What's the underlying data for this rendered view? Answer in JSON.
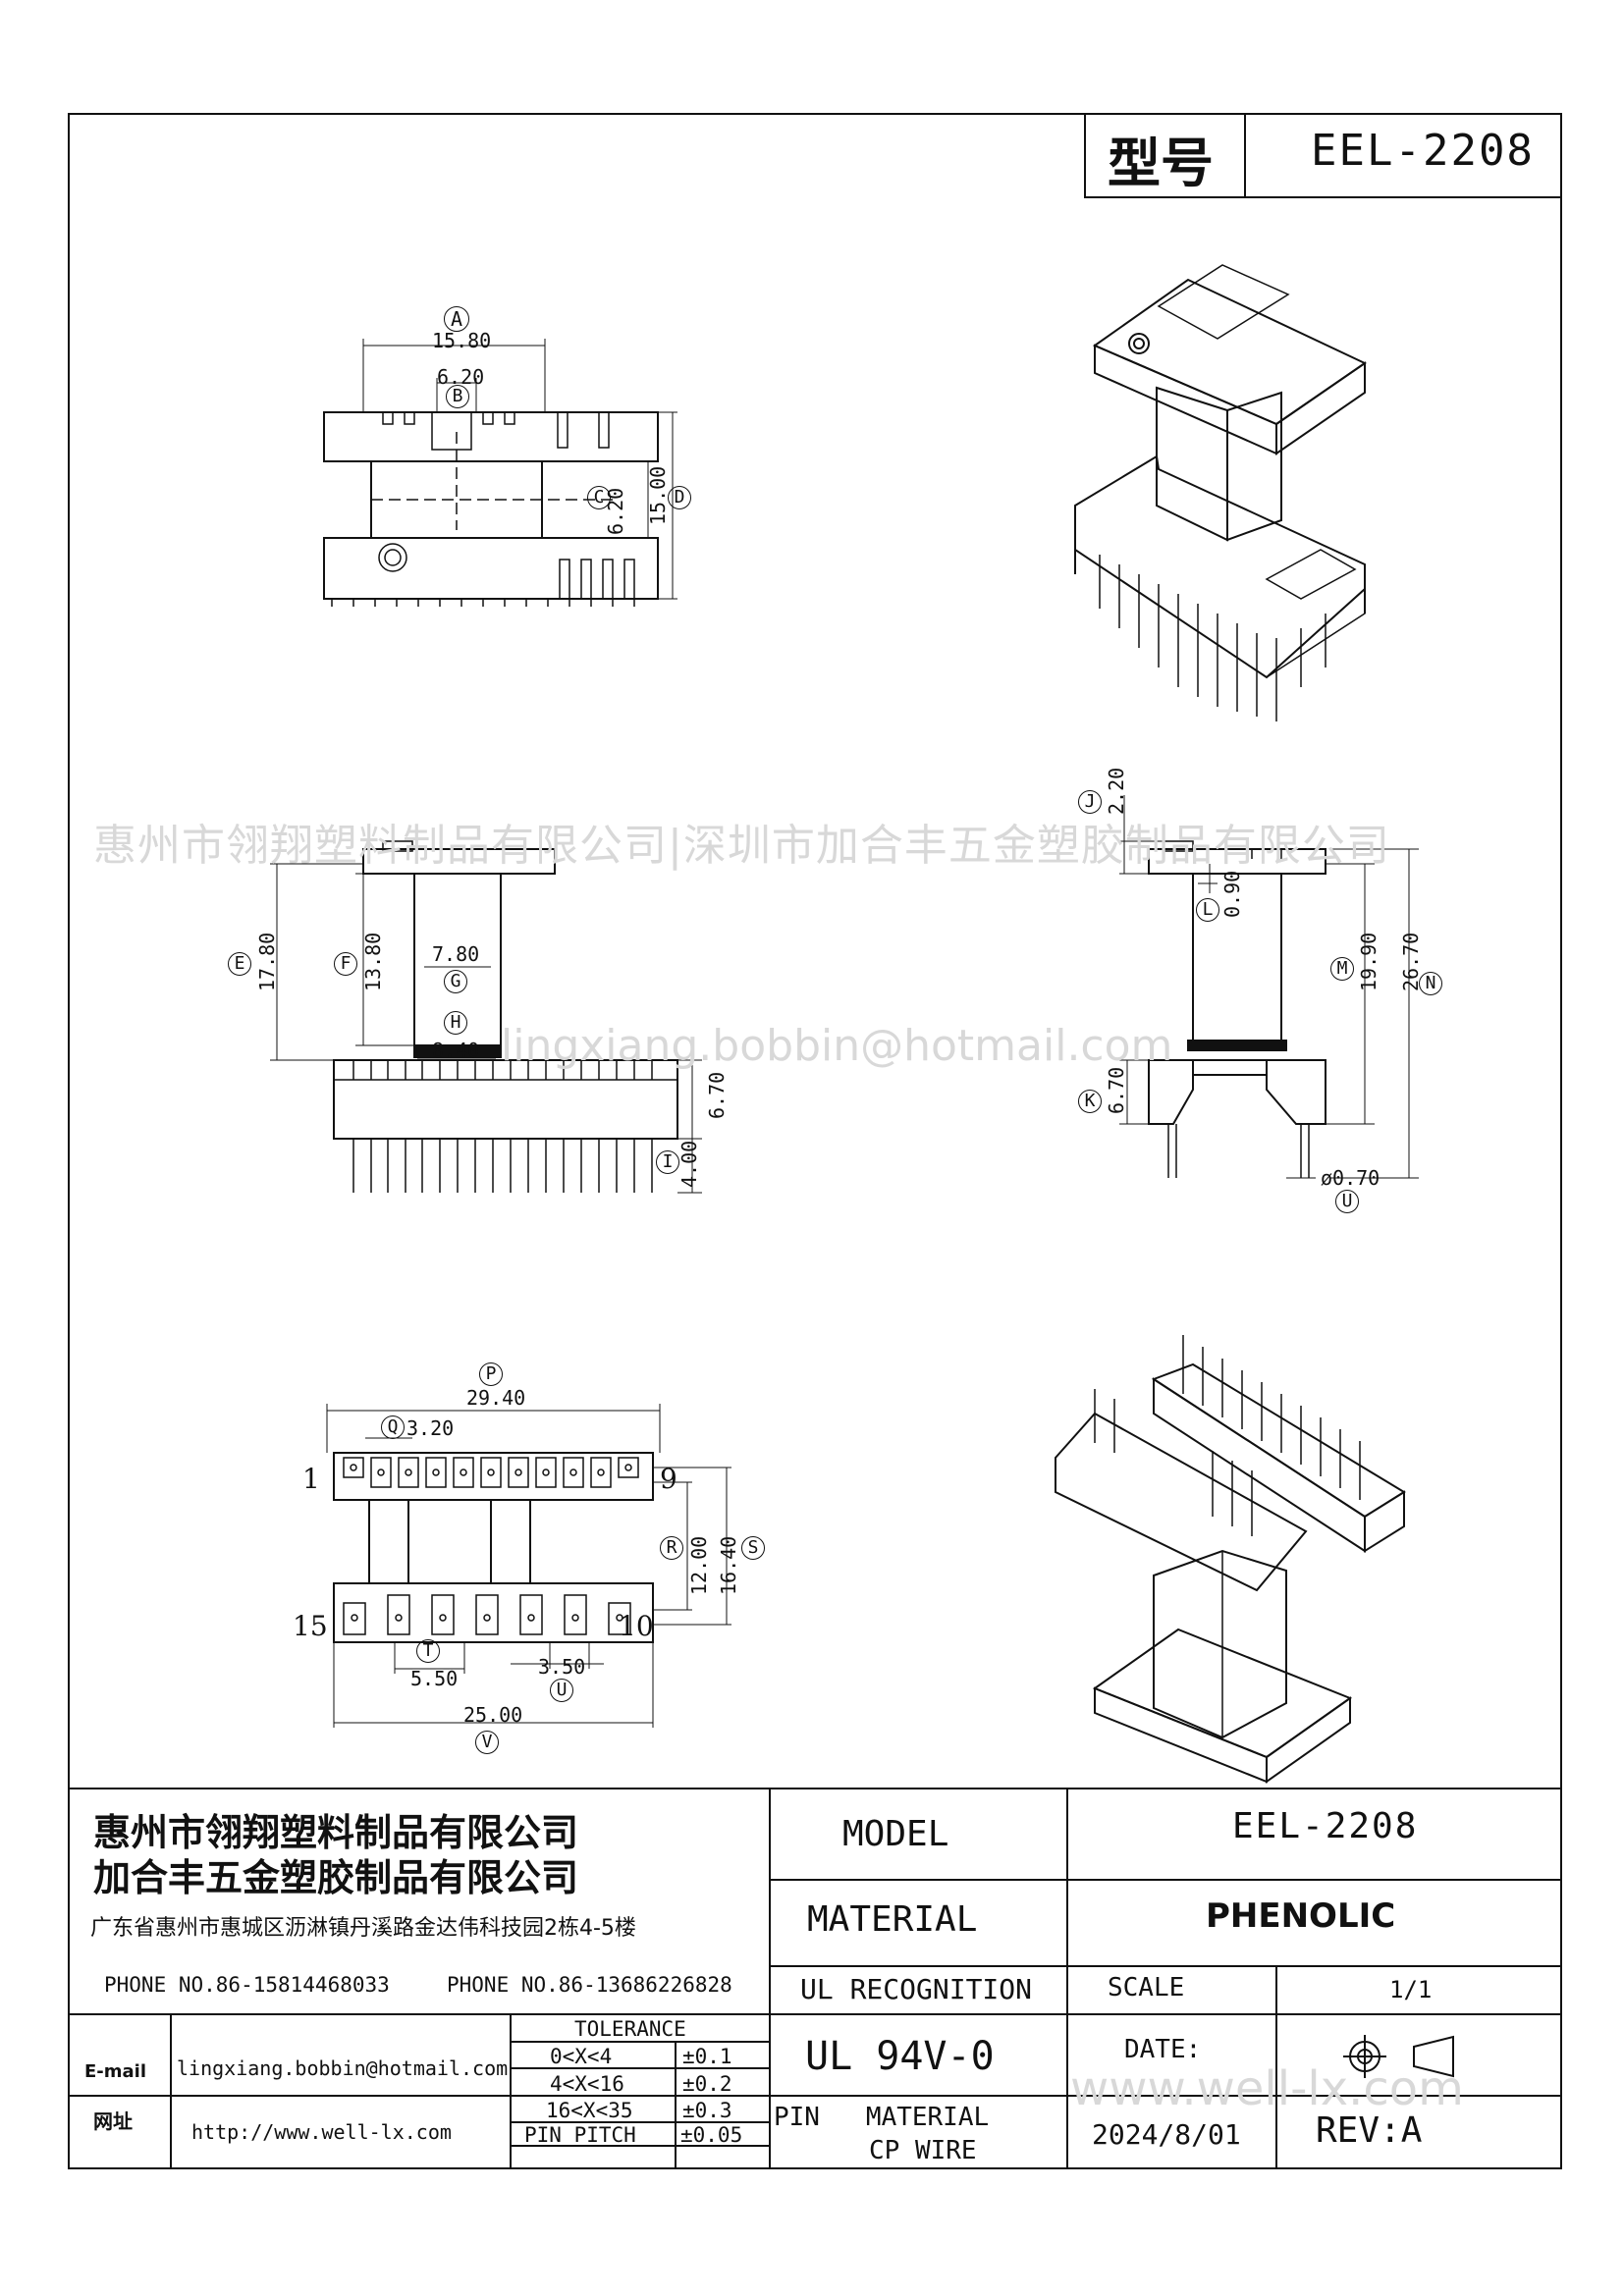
{
  "header": {
    "model_label": "型号",
    "model_value": "EEL-2208"
  },
  "watermarks": {
    "company": "惠州市翎翔塑料制品有限公司|深圳市加合丰五金塑胶制品有限公司",
    "email": "lingxiang.bobbin@hotmail.com",
    "web": "www.well-lx.com"
  },
  "top_view": {
    "dims": [
      "15.80",
      "6.20",
      "6.20",
      "15.00"
    ],
    "markers": [
      "A",
      "B",
      "C",
      "D"
    ]
  },
  "front_view": {
    "dims": [
      "17.80",
      "13.80",
      "7.80",
      "8.40",
      "6.70",
      "4.00"
    ],
    "markers": [
      "E",
      "F",
      "G",
      "H",
      "I"
    ]
  },
  "side_view": {
    "dims": [
      "2.20",
      "0.90",
      "19.90",
      "26.70",
      "6.70",
      "ø0.70"
    ],
    "markers": [
      "J",
      "L",
      "M",
      "N",
      "K",
      "U"
    ]
  },
  "bottom_view": {
    "dims": [
      "29.40",
      "3.20",
      "12.00",
      "16.40",
      "5.50",
      "3.50",
      "25.00"
    ],
    "markers": [
      "P",
      "Q",
      "R",
      "S",
      "T",
      "U",
      "V"
    ],
    "pin_labels": [
      "1",
      "9",
      "15",
      "10"
    ]
  },
  "title_block": {
    "company_line1": "惠州市翎翔塑料制品有限公司",
    "company_line2": "加合丰五金塑胶制品有限公司",
    "address": "广东省惠州市惠城区沥淋镇丹溪路金达伟科技园2栋4-5楼",
    "phone1": "PHONE NO.86-15814468033",
    "phone2": "PHONE NO.86-13686226828",
    "email_label": "E-mail",
    "email_value": "lingxiang.bobbin@hotmail.com",
    "web_label": "网址",
    "web_value": "http://www.well-lx.com",
    "tolerance_title": "TOLERANCE",
    "tolerances": [
      {
        "range": "0<X<4",
        "value": "±0.1"
      },
      {
        "range": "4<X<16",
        "value": "±0.2"
      },
      {
        "range": "16<X<35",
        "value": "±0.3"
      },
      {
        "range": "PIN PITCH",
        "value": "±0.05"
      }
    ],
    "model_label": "MODEL",
    "model_value": "EEL-2208",
    "material_label": "MATERIAL",
    "material_value": "PHENOLIC",
    "ul_label": "UL RECOGNITION",
    "ul_value": "UL 94V-0",
    "scale_label": "SCALE",
    "scale_value": "1/1",
    "pin_material_label": "PIN   MATERIAL",
    "pin_material_value": "CP WIRE",
    "date_label": "DATE:",
    "date_value": "2024/8/01",
    "rev": "REV:A"
  }
}
